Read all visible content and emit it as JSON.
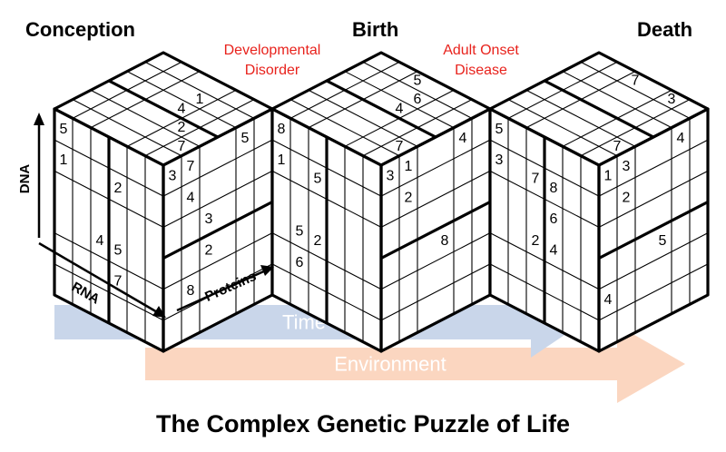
{
  "title": "The Complex Genetic Puzzle of Life",
  "stages": [
    "Conception",
    "Birth",
    "Death"
  ],
  "events": [
    [
      "Developmental",
      "Disorder"
    ],
    [
      "Adult Onset",
      "Disease"
    ]
  ],
  "axes": {
    "dna": "DNA",
    "rna": "RNA",
    "proteins": "Proteins"
  },
  "arrows": {
    "time": "Time",
    "environment": "Environment"
  },
  "colors": {
    "time_arrow": "#c9d6ea",
    "environment_arrow": "#fbd6c0",
    "event_text": "#e8221c"
  },
  "cubes": [
    {
      "top": [
        {
          "r": 1,
          "c": 3,
          "v": "1"
        },
        {
          "r": 2,
          "c": 3,
          "v": "4"
        },
        {
          "r": 3,
          "c": 4,
          "v": "2"
        },
        {
          "r": 4,
          "c": 5,
          "v": "7"
        }
      ],
      "left": [
        {
          "r": 0,
          "c": 0,
          "v": "5"
        },
        {
          "r": 1,
          "c": 0,
          "v": "1"
        },
        {
          "r": 1,
          "c": 3,
          "v": "2"
        },
        {
          "r": 3,
          "c": 2,
          "v": "4"
        },
        {
          "r": 3,
          "c": 3,
          "v": "5"
        },
        {
          "r": 4,
          "c": 3,
          "v": "7"
        }
      ],
      "right": [
        {
          "r": 0,
          "c": 0,
          "v": "3"
        },
        {
          "r": 0,
          "c": 1,
          "v": "7"
        },
        {
          "r": 0,
          "c": 4,
          "v": "5"
        },
        {
          "r": 1,
          "c": 1,
          "v": "4"
        },
        {
          "r": 2,
          "c": 2,
          "v": "3"
        },
        {
          "r": 3,
          "c": 2,
          "v": "2"
        },
        {
          "r": 4,
          "c": 1,
          "v": "8"
        }
      ]
    },
    {
      "top": [
        {
          "r": 0,
          "c": 2,
          "v": "5"
        },
        {
          "r": 1,
          "c": 3,
          "v": "6"
        },
        {
          "r": 2,
          "c": 3,
          "v": "4"
        },
        {
          "r": 4,
          "c": 5,
          "v": "7"
        }
      ],
      "left": [
        {
          "r": 0,
          "c": 0,
          "v": "8"
        },
        {
          "r": 1,
          "c": 0,
          "v": "1"
        },
        {
          "r": 1,
          "c": 2,
          "v": "5"
        },
        {
          "r": 3,
          "c": 1,
          "v": "5"
        },
        {
          "r": 3,
          "c": 2,
          "v": "2"
        },
        {
          "r": 4,
          "c": 1,
          "v": "6"
        }
      ],
      "right": [
        {
          "r": 0,
          "c": 0,
          "v": "3"
        },
        {
          "r": 0,
          "c": 1,
          "v": "1"
        },
        {
          "r": 0,
          "c": 4,
          "v": "4"
        },
        {
          "r": 1,
          "c": 1,
          "v": "2"
        },
        {
          "r": 3,
          "c": 3,
          "v": "8"
        }
      ]
    },
    {
      "top": [
        {
          "r": 0,
          "c": 2,
          "v": "7"
        },
        {
          "r": 0,
          "c": 4,
          "v": "3"
        },
        {
          "r": 4,
          "c": 5,
          "v": "7"
        }
      ],
      "left": [
        {
          "r": 0,
          "c": 0,
          "v": "5"
        },
        {
          "r": 1,
          "c": 0,
          "v": "3"
        },
        {
          "r": 1,
          "c": 2,
          "v": "7"
        },
        {
          "r": 1,
          "c": 3,
          "v": "8"
        },
        {
          "r": 2,
          "c": 3,
          "v": "6"
        },
        {
          "r": 3,
          "c": 2,
          "v": "2"
        },
        {
          "r": 3,
          "c": 3,
          "v": "4"
        }
      ],
      "right": [
        {
          "r": 0,
          "c": 0,
          "v": "1"
        },
        {
          "r": 0,
          "c": 1,
          "v": "3"
        },
        {
          "r": 0,
          "c": 4,
          "v": "4"
        },
        {
          "r": 1,
          "c": 1,
          "v": "2"
        },
        {
          "r": 3,
          "c": 3,
          "v": "5"
        },
        {
          "r": 4,
          "c": 0,
          "v": "4"
        }
      ]
    }
  ]
}
